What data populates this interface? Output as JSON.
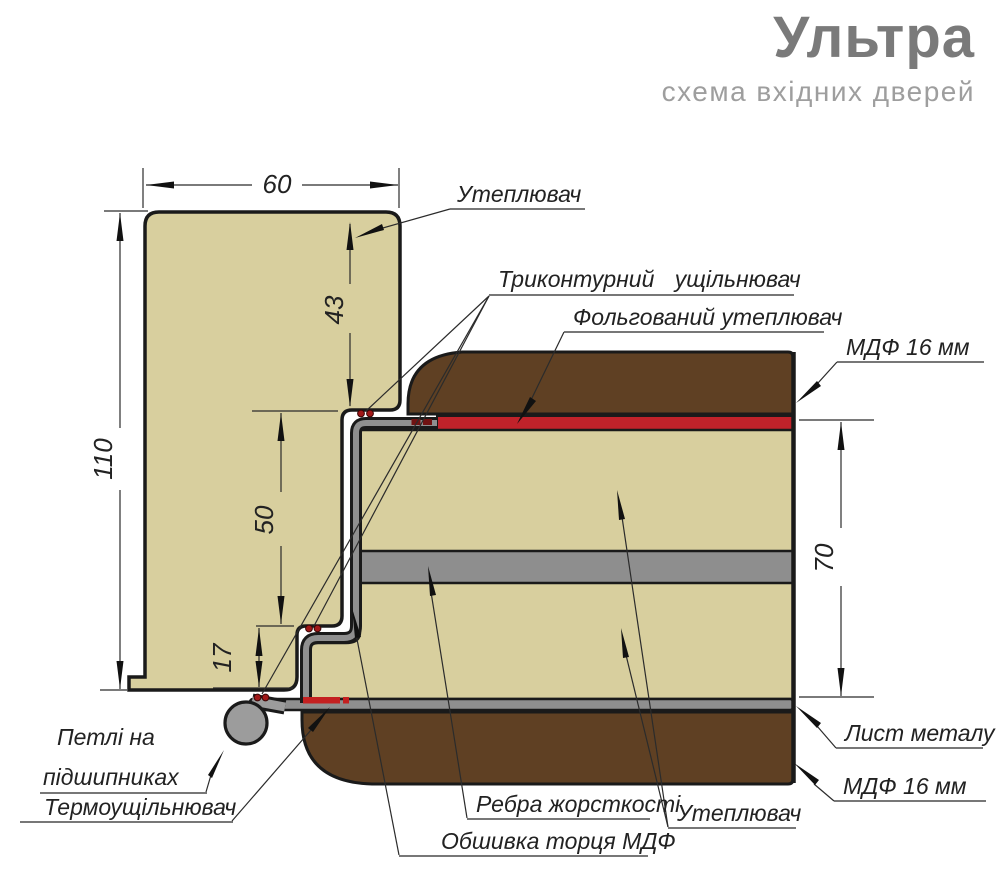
{
  "header": {
    "title": "Ультра",
    "subtitle": "схема вхідних дверей"
  },
  "dimensions": {
    "frame_width": "60",
    "frame_face_depth": "43",
    "frame_depth": "110",
    "rabbet_height": "50",
    "lower_step": "17",
    "leaf_core_thickness": "70"
  },
  "labels": {
    "insulation_top": "Утеплювач",
    "three_contour_seal": "Триконтурний ущільнювач",
    "foil_insulation": "Фольгований утеплювач",
    "mdf_top": "МДФ 16 мм",
    "metal_sheet": "Лист металу",
    "mdf_bottom": "МДФ 16 мм",
    "insulation_bottom": "Утеплювач",
    "stiffening_ribs": "Ребра жорсткості",
    "edge_cladding_mdf": "Обшивка торця МДФ",
    "thermal_seal": "Термоущільнювач",
    "hinges_line1": "Петлі на",
    "hinges_line2": "підшипниках"
  },
  "colors": {
    "frame_fill": "#d8cf9e",
    "mdf_brown": "#5f4023",
    "foil_red": "#c0222a",
    "metal_gray": "#8f8f8f",
    "rib_gray": "#8e8e8e",
    "hinge_gray": "#9c9c9c",
    "outline": "#1a1a1a",
    "title_gray": "#7a7a7a",
    "subtitle_gray": "#9e9e9e",
    "seal_dot_red": "#a01818",
    "thermo_seal_red": "#c42020"
  }
}
